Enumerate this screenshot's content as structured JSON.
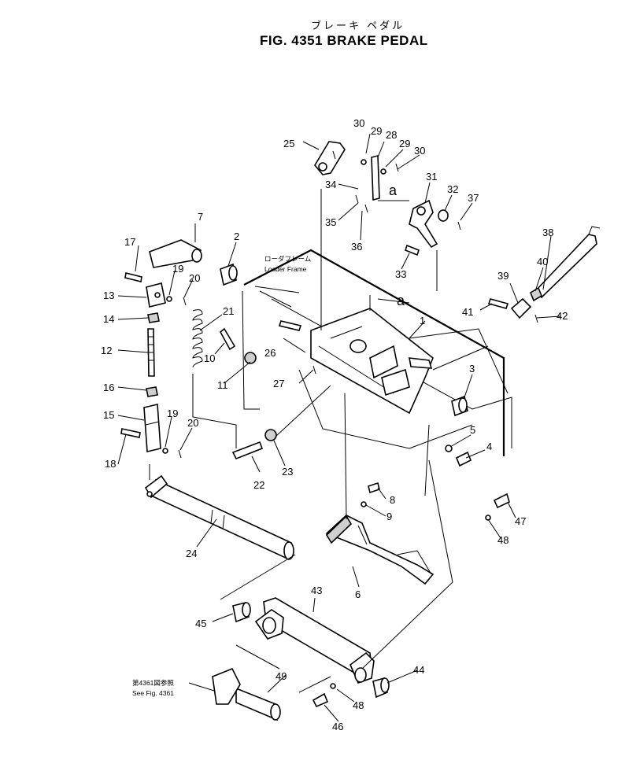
{
  "title_jp": "ブレーキ ペダル",
  "title_en": "FIG. 4351  BRAKE PEDAL",
  "notes": {
    "loader_frame_jp": "ローダフレーム",
    "loader_frame_en": "Loader Frame",
    "see_fig_jp": "第4361図参照",
    "see_fig_en": "See Fig. 4361",
    "detail_marker": "a"
  },
  "part_numbers": [
    "1",
    "2",
    "3",
    "4",
    "5",
    "6",
    "7",
    "8",
    "9",
    "10",
    "11",
    "12",
    "13",
    "14",
    "15",
    "16",
    "17",
    "18",
    "19",
    "19",
    "20",
    "20",
    "21",
    "22",
    "23",
    "24",
    "25",
    "26",
    "27",
    "28",
    "29",
    "29",
    "30",
    "30",
    "31",
    "32",
    "33",
    "34",
    "35",
    "36",
    "37",
    "38",
    "39",
    "40",
    "41",
    "42",
    "43",
    "44",
    "45",
    "46",
    "47",
    "48",
    "48",
    "49"
  ]
}
